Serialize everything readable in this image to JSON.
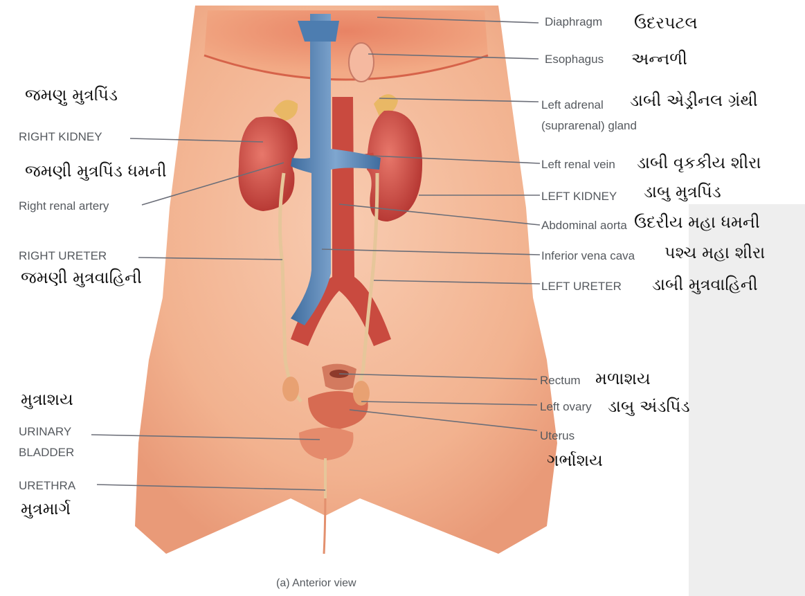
{
  "caption": "(a) Anterior view",
  "labels": {
    "diaphragm": "Diaphragm",
    "esophagus": "Esophagus",
    "left_adrenal_1": "Left adrenal",
    "left_adrenal_2": "(suprarenal) gland",
    "right_kidney": "RIGHT KIDNEY",
    "right_renal_artery": "Right renal artery",
    "left_renal_vein": "Left renal vein",
    "left_kidney": "LEFT KIDNEY",
    "abdominal_aorta": "Abdominal aorta",
    "right_ureter": "RIGHT URETER",
    "inferior_vena_cava": "Inferior vena cava",
    "left_ureter": "LEFT URETER",
    "rectum": "Rectum",
    "left_ovary": "Left ovary",
    "uterus": "Uterus",
    "urinary_bladder_1": "URINARY",
    "urinary_bladder_2": "BLADDER",
    "urethra": "URETHRA"
  },
  "gujarati": {
    "diaphragm": "ઉદરપટલ",
    "esophagus": "અન્નળી",
    "right_kidney": "જમણુ મુત્રપિંડ",
    "left_adrenal": "ડાબી એડ્રીનલ ગ્રંથી",
    "right_renal_artery": "જમણી મુત્રપિંડ ધમની",
    "left_renal_vein": "ડાબી વૃકકીય શીરા",
    "left_kidney": "ડાબુ મુત્રપિંડ",
    "abdominal_aorta": "ઉદરીય મહા ધમની",
    "inferior_vena_cava": "પશ્ચ મહા શીરા",
    "right_ureter": "જમણી મુત્રવાહિની",
    "left_ureter": "ડાબી મુત્રવાહિની",
    "rectum": "મળાશય",
    "left_ovary": "ડાબુ અંડપિંડ",
    "urinary_bladder": "મુત્રાશય",
    "uterus": "ગર્ભાશય",
    "urethra": "મુત્રમાર્ગ"
  },
  "colors": {
    "skin": "#f4b896",
    "skin_dark": "#e9906e",
    "vein": "#5b87b8",
    "artery": "#c8403a",
    "kidney": "#d5564a",
    "leader": "#6b6e78"
  }
}
